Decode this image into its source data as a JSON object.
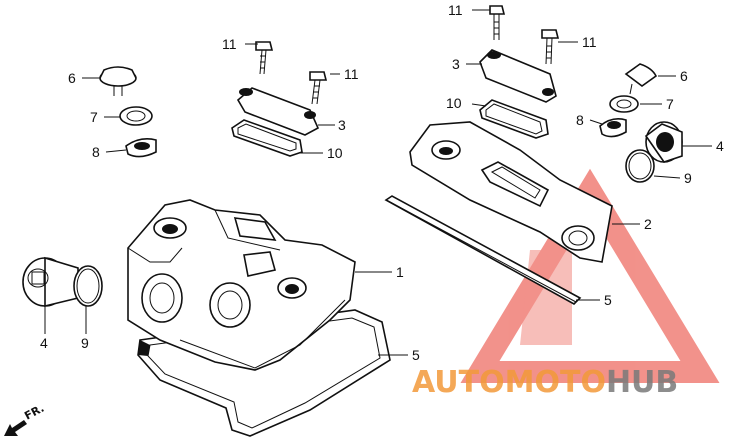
{
  "diagram": {
    "callouts": {
      "c1": "1",
      "c2": "2",
      "c3a": "3",
      "c3b": "3",
      "c4a": "4",
      "c4b": "4",
      "c5a": "5",
      "c5b": "5",
      "c6a": "6",
      "c6b": "6",
      "c7a": "7",
      "c7b": "7",
      "c8a": "8",
      "c8b": "8",
      "c9a": "9",
      "c9b": "9",
      "c10a": "10",
      "c10b": "10",
      "c11a": "11",
      "c11b": "11",
      "c11c": "11",
      "c11d": "11"
    },
    "direction_label": "FR.",
    "watermark": {
      "part1": "AUTO",
      "part2": "MOTO",
      "part3": "HUB",
      "color_primary": "#f39a3a",
      "color_secondary": "#7a7a7a",
      "triangle_color": "#e8382c"
    }
  }
}
